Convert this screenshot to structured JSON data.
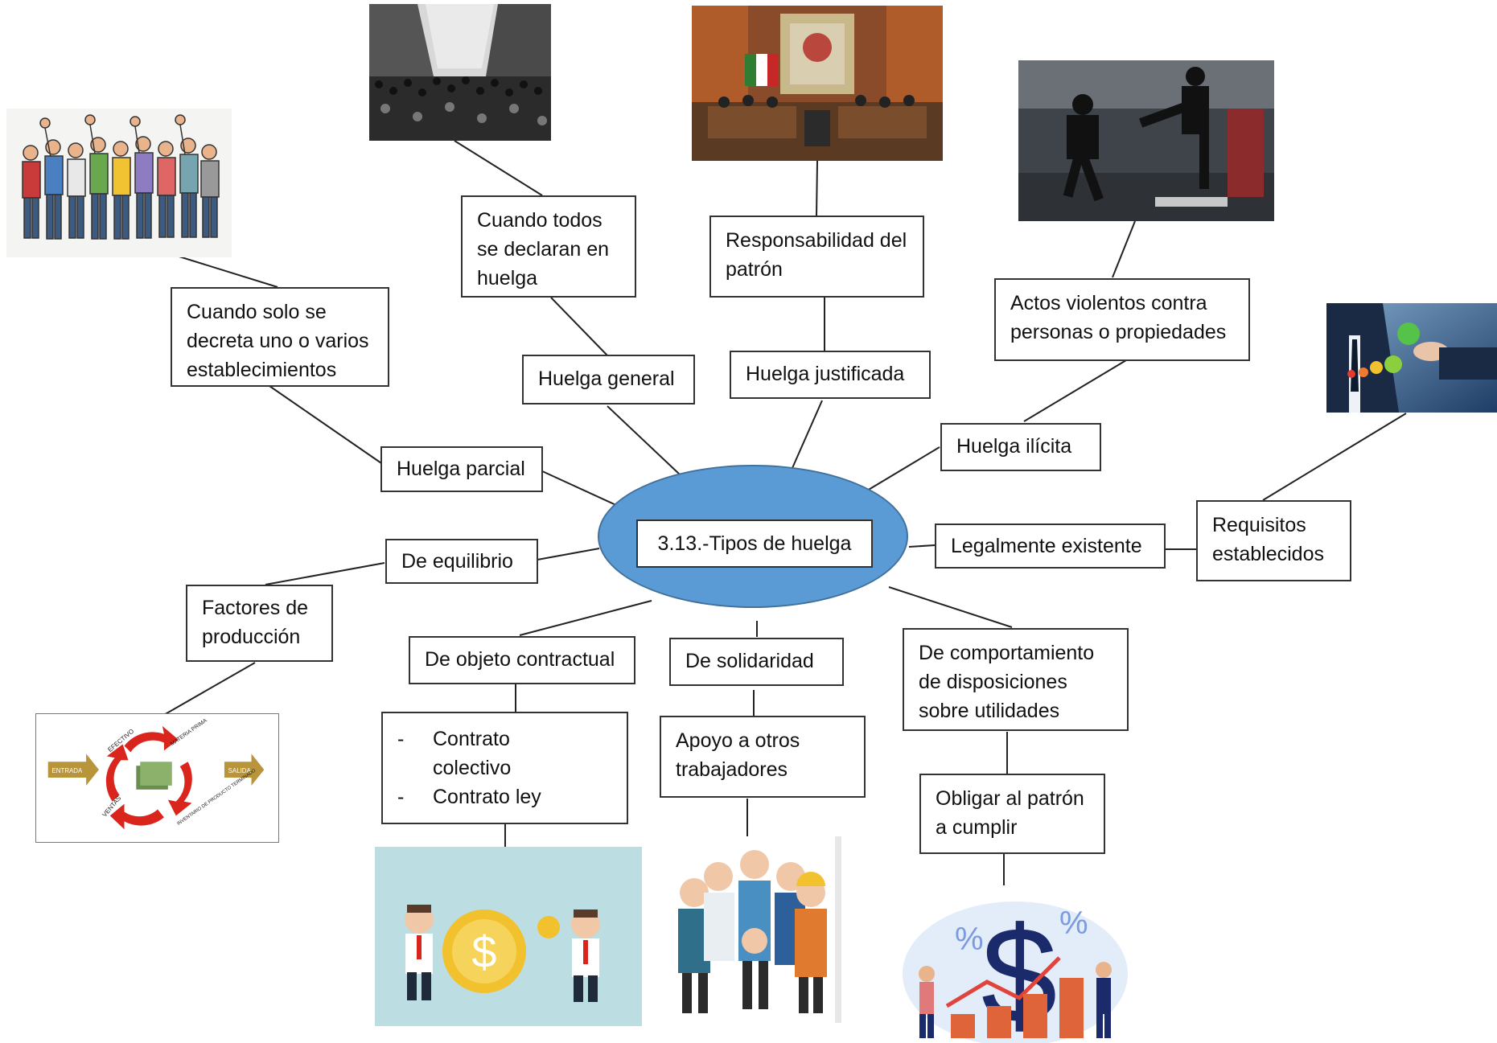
{
  "center": {
    "title": "3.13.-Tipos de huelga"
  },
  "types": {
    "parcial": "Huelga parcial",
    "general": "Huelga general",
    "justificada": "Huelga justificada",
    "ilicita": "Huelga ilícita",
    "legal": "Legalmente existente",
    "equilibrio": "De equilibrio",
    "objeto": "De objeto contractual",
    "solidaridad": "De solidaridad",
    "comportamiento": [
      "De comportamiento",
      "de disposiciones",
      "sobre utilidades"
    ]
  },
  "details": {
    "parcial": [
      "Cuando solo se",
      "decreta uno o varios",
      "establecimientos"
    ],
    "general": [
      "Cuando todos",
      "se declaran en",
      "huelga"
    ],
    "justificada": [
      "Responsabilidad del",
      "patrón"
    ],
    "ilicita": [
      "Actos violentos contra",
      "personas o propiedades"
    ],
    "legal": [
      "Requisitos",
      "establecidos"
    ],
    "equilibrio": [
      "Factores de",
      "producción"
    ],
    "objeto": [
      "Contrato",
      "colectivo",
      "Contrato ley"
    ],
    "solidaridad": [
      "Apoyo a otros",
      "trabajadores"
    ],
    "comportamiento": [
      "Obligar al patrón",
      "a cumplir"
    ]
  },
  "images": {
    "production": [
      "ENTRADA",
      "SALIDA",
      "EFECTIVO",
      "MATERIA PRIMA",
      "VENTAS",
      "INVENTARIO DE PRODUCTO TERMINADO"
    ]
  },
  "colors": {
    "ellipse": "#5b9bd5",
    "border": "#333333"
  }
}
